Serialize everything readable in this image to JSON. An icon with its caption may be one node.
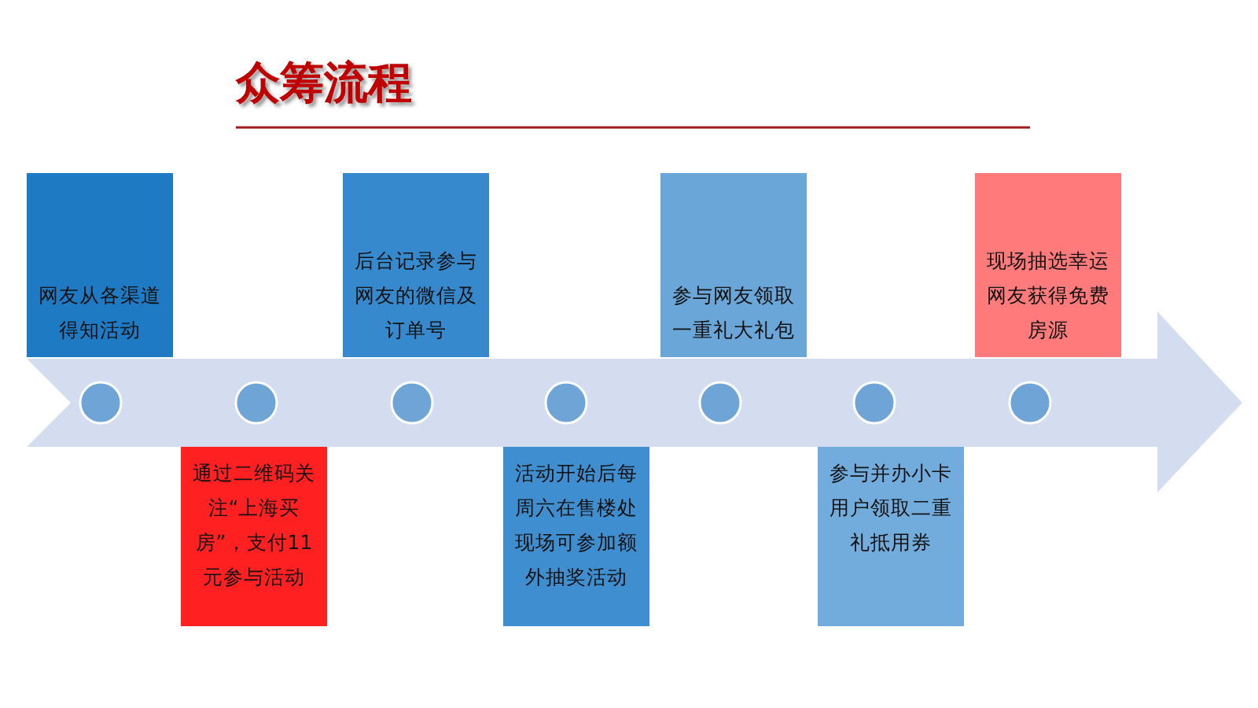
{
  "diagram": {
    "title": "众筹流程",
    "nodes": [
      {
        "text": [
          "网友从各渠道得知活动"
        ]
      },
      {
        "text": [
          "通过二维码关注“上海买房”，支付11元参与活动"
        ]
      },
      {
        "text": [
          "后台记录参与网友的微信及订单号"
        ]
      },
      {
        "text": [
          "活动开始后每周六在售楼处现场可参加额外抽奖活动"
        ]
      },
      {
        "text": [
          "参与网友领取一重礼大礼包"
        ]
      },
      {
        "text": [
          "参与并办小卡用户领取二重礼抵用券"
        ]
      },
      {
        "text": [
          "现场抽选幸运网友获得免费房源"
        ]
      },
      {
        "text": [],
        "shape": "arrow"
      },
      {
        "text": [],
        "shape": "circle",
        "in": 7
      },
      {
        "text": [],
        "shape": "circle",
        "in": 7
      },
      {
        "text": [],
        "shape": "circle",
        "in": 7
      },
      {
        "text": [],
        "shape": "circle",
        "in": 7
      },
      {
        "text": [],
        "shape": "circle",
        "in": 7
      },
      {
        "text": [],
        "shape": "circle",
        "in": 7
      },
      {
        "text": [],
        "shape": "circle",
        "in": 7
      }
    ]
  }
}
